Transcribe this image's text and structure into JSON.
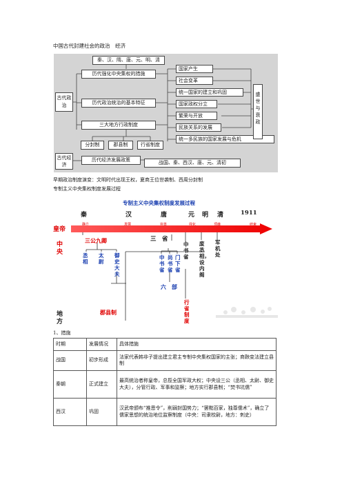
{
  "title": "中国古代封建社会的政治　经济",
  "diagram1": {
    "left_politics": "古代政治",
    "left_economy": "古代经济",
    "dynasties": "秦、汉、隋、唐、元、明、清",
    "measures": "历代强化中央集权的措施",
    "features": "历代政治统治的基本特征",
    "admin": "三大地方行政制度",
    "sub_systems": [
      "分封制",
      "郡县制",
      "行省制度"
    ],
    "economy_policy": "历代经济发展政策",
    "economy_dynasties": "战国、秦、西汉、唐、元、清初",
    "right_items": [
      "国家产生",
      "社会变革",
      "统一国家的建立和巩固",
      "国家政权分立",
      "繁荣与开放",
      "民族关系的发展",
      "统一多民族的国家发展与危机"
    ],
    "right_side": "盛世与衰政"
  },
  "intro_lines": [
    "早期政治制度演变：文明时代出现王权，夏商王位世袭制、西周分封制",
    "专制主义中央集权制度发展过程"
  ],
  "diagram2": {
    "title": "专制主义中央集权制度发展过程",
    "dynasties": [
      "秦",
      "汉",
      "唐",
      "元",
      "明",
      "清",
      "1911"
    ],
    "stages": [
      "确立",
      "发展",
      "完善",
      "强化",
      "顶峰",
      "结束"
    ],
    "emperor": "皇帝",
    "central": "中央",
    "local": "地方",
    "sangong": "三公九卿",
    "sangong_items": [
      "丞相",
      "太尉",
      "御史大夫"
    ],
    "sansheng": "三　省",
    "sansheng_items": [
      "中书省",
      "尚书省",
      "门下省"
    ],
    "liubu": "六　部",
    "zhongshu": "中书省",
    "fei": "废丞相，设内阁",
    "junji": "军机处",
    "junxian": "郡县制",
    "xingsheng": "行省制度"
  },
  "section_heading": "1、措施",
  "table": {
    "headers": [
      "时期",
      "发展情况",
      "具体措施"
    ],
    "rows": [
      [
        "战国",
        "初步形成",
        "法家代表韩非子提出建立君主专制中央集权国家的主张；商鞅变法建立县制"
      ],
      [
        "秦朝",
        "正式建立",
        "最高统治者称皇帝，总揽全国军政大权；中央设三公（丞相、太尉、御史大夫），分管行政、军事和监察；地方实行郡县制；“焚书坑儒”"
      ],
      [
        "西汉",
        "巩固",
        "汉武帝颁布“推恩令”，削弱封国势力；“罢黜百家，独尊儒术”，确立了儒家思想的统治地位监察制度（中央：司隶校尉，地方：刺史）"
      ]
    ]
  }
}
